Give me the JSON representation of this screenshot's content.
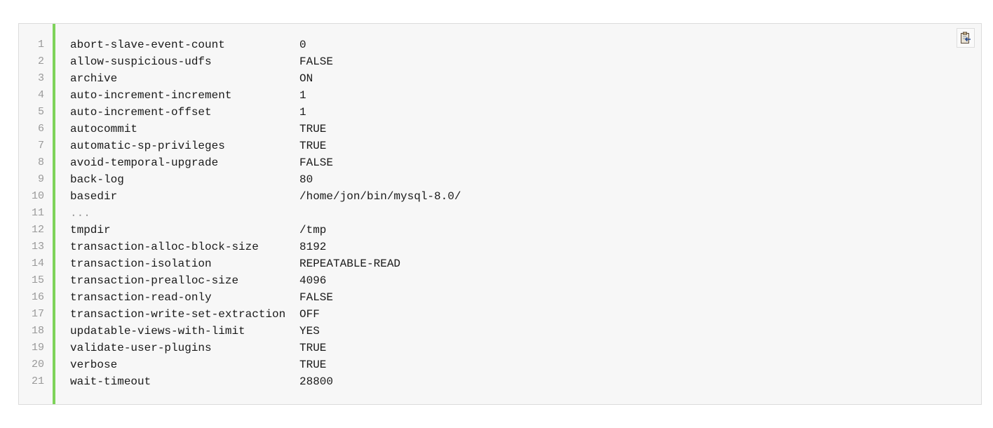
{
  "code_block": {
    "copy_icon": "clipboard-paste-icon",
    "accent_color": "#7ed35a",
    "lines": [
      {
        "n": "1",
        "key": "abort-slave-event-count",
        "value": "0"
      },
      {
        "n": "2",
        "key": "allow-suspicious-udfs",
        "value": "FALSE"
      },
      {
        "n": "3",
        "key": "archive",
        "value": "ON"
      },
      {
        "n": "4",
        "key": "auto-increment-increment",
        "value": "1"
      },
      {
        "n": "5",
        "key": "auto-increment-offset",
        "value": "1"
      },
      {
        "n": "6",
        "key": "autocommit",
        "value": "TRUE"
      },
      {
        "n": "7",
        "key": "automatic-sp-privileges",
        "value": "TRUE"
      },
      {
        "n": "8",
        "key": "avoid-temporal-upgrade",
        "value": "FALSE"
      },
      {
        "n": "9",
        "key": "back-log",
        "value": "80"
      },
      {
        "n": "10",
        "key": "basedir",
        "value": "/home/jon/bin/mysql-8.0/"
      },
      {
        "n": "11",
        "key": "...",
        "value": ""
      },
      {
        "n": "12",
        "key": "tmpdir",
        "value": "/tmp"
      },
      {
        "n": "13",
        "key": "transaction-alloc-block-size",
        "value": "8192"
      },
      {
        "n": "14",
        "key": "transaction-isolation",
        "value": "REPEATABLE-READ"
      },
      {
        "n": "15",
        "key": "transaction-prealloc-size",
        "value": "4096"
      },
      {
        "n": "16",
        "key": "transaction-read-only",
        "value": "FALSE"
      },
      {
        "n": "17",
        "key": "transaction-write-set-extraction",
        "value": "OFF"
      },
      {
        "n": "18",
        "key": "updatable-views-with-limit",
        "value": "YES"
      },
      {
        "n": "19",
        "key": "validate-user-plugins",
        "value": "TRUE"
      },
      {
        "n": "20",
        "key": "verbose",
        "value": "TRUE"
      },
      {
        "n": "21",
        "key": "wait-timeout",
        "value": "28800"
      }
    ]
  }
}
